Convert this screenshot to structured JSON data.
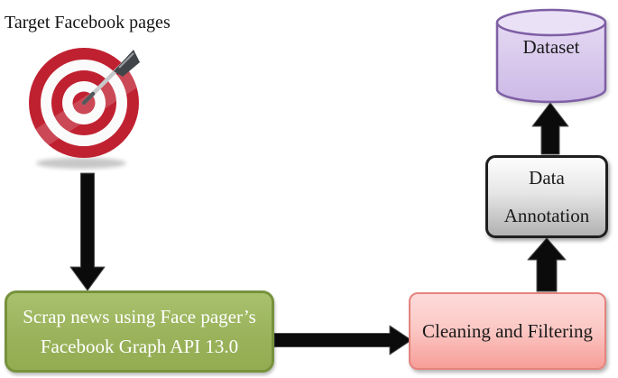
{
  "diagram": {
    "title": "Target Facebook pages",
    "nodes": {
      "scrape": {
        "line1": "Scrap news using Face pager’s",
        "line2": "Facebook Graph API 13.0",
        "fill": "#9cb55e",
        "border": "#76923c",
        "text_color": "#ffffff"
      },
      "cleaning": {
        "label": "Cleaning and Filtering",
        "fill": "#f9bcb7",
        "border": "#e5837d",
        "text_color": "#1a1a1a"
      },
      "annotation": {
        "line1": "Data",
        "line2": "Annotation",
        "fill": "#d6d6d6",
        "border": "#1f1f1f",
        "text_color": "#1a1a1a"
      },
      "dataset": {
        "label": "Dataset",
        "shape": "database-cylinder",
        "fill": "#d8c7ec",
        "border": "#7e5fa5",
        "text_color": "#1a1a1a"
      }
    },
    "icons": {
      "target": "bullseye-dart-icon",
      "target_ring_color": "#c02131"
    },
    "arrow_color": "#0b0b0b",
    "flow": [
      "target-facebook-pages",
      "scrape-news",
      "cleaning-and-filtering",
      "data-annotation",
      "dataset"
    ]
  }
}
